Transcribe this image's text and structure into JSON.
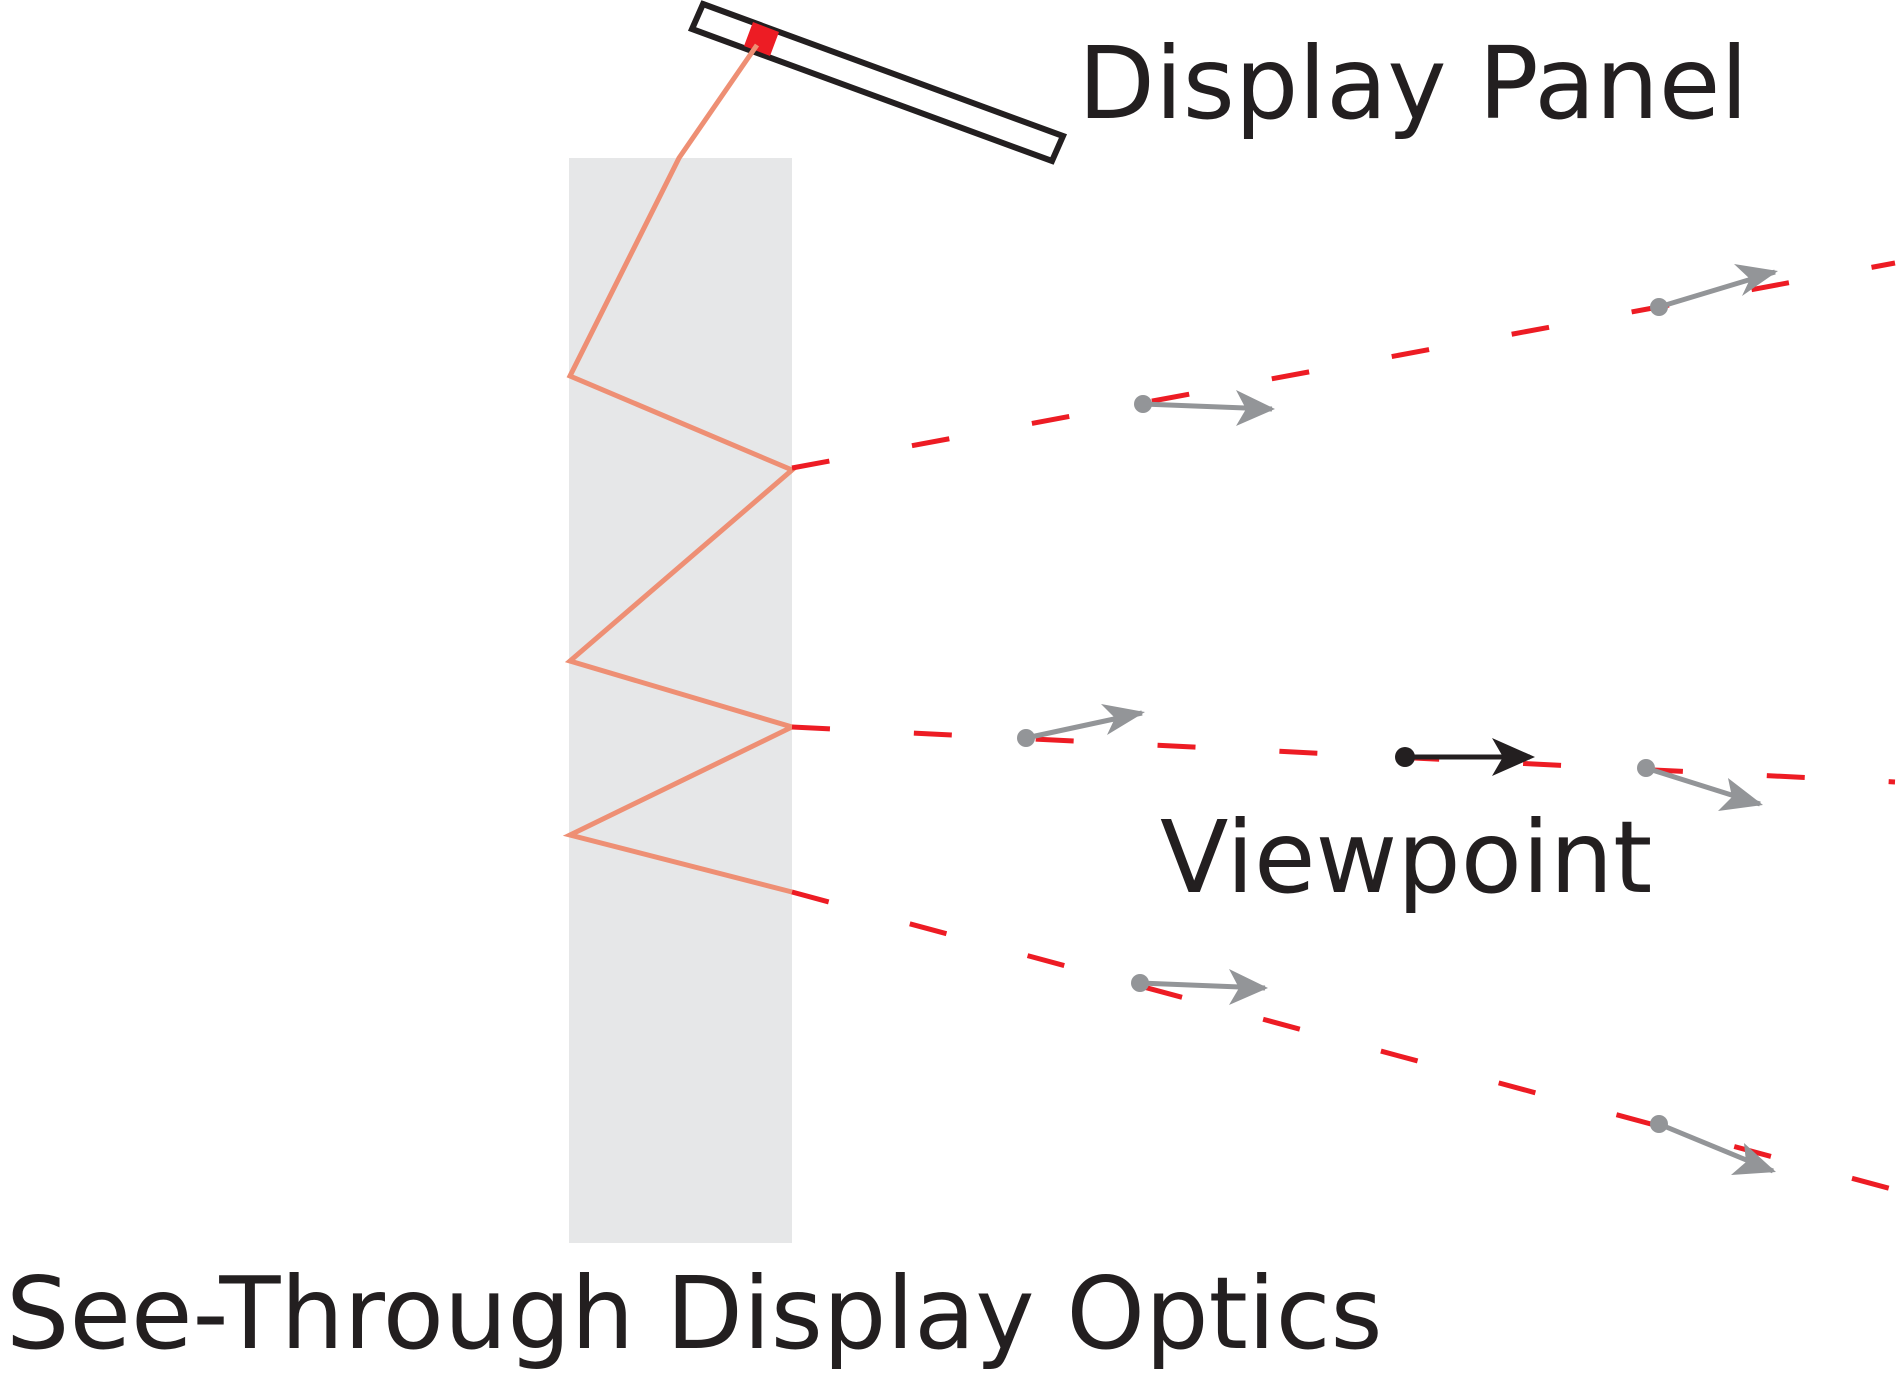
{
  "labels": {
    "display_panel": "Display Panel",
    "viewpoint": "Viewpoint",
    "optics": "See-Through Display Optics"
  },
  "colors": {
    "optics_fill": "#e6e7e8",
    "ray_inside": "#ee8f74",
    "ray_dashed": "#ed1c24",
    "panel_stroke": "#231f20",
    "panel_pixel": "#ed1c24",
    "arrow_gray": "#939598",
    "arrow_black": "#231f20",
    "text": "#231f20"
  }
}
